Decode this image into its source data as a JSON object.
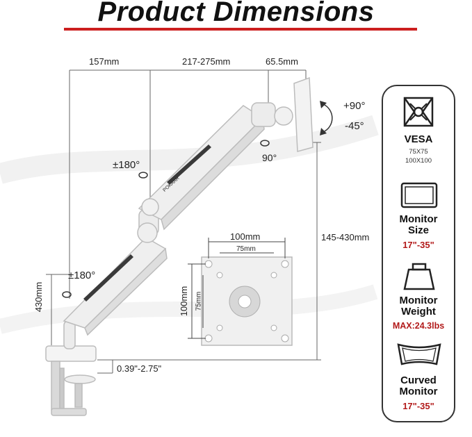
{
  "title": "Product Dimensions",
  "colors": {
    "accent": "#cc1f1f",
    "value_red": "#b21a1a",
    "arm": "#e9e9e9"
  },
  "dimensions": {
    "top_left": "157mm",
    "top_middle": "217-275mm",
    "top_right": "65.5mm",
    "tilt_up": "+90°",
    "tilt_down": "-45°",
    "rotate_90": "90°",
    "swivel_upper": "±180°",
    "swivel_lower": "±180°",
    "height_range": "145-430mm",
    "height_total": "430mm",
    "clamp_range": "0.39\"-2.75\""
  },
  "vesa_plate": {
    "outer_width": "100mm",
    "inner_width": "75mm",
    "outer_height": "100mm",
    "inner_height": "75mm"
  },
  "brand_mark": "POKAAR",
  "specs": [
    {
      "icon": "vesa-icon",
      "title": "VESA",
      "sub": "75X75\n100X100"
    },
    {
      "icon": "monitor-size-icon",
      "title": "Monitor Size",
      "value": "17\"-35\""
    },
    {
      "icon": "weight-icon",
      "title": "Monitor Weight",
      "value": "MAX:24.3lbs"
    },
    {
      "icon": "curved-monitor-icon",
      "title": "Curved Monitor",
      "value": "17\"-35\""
    }
  ]
}
